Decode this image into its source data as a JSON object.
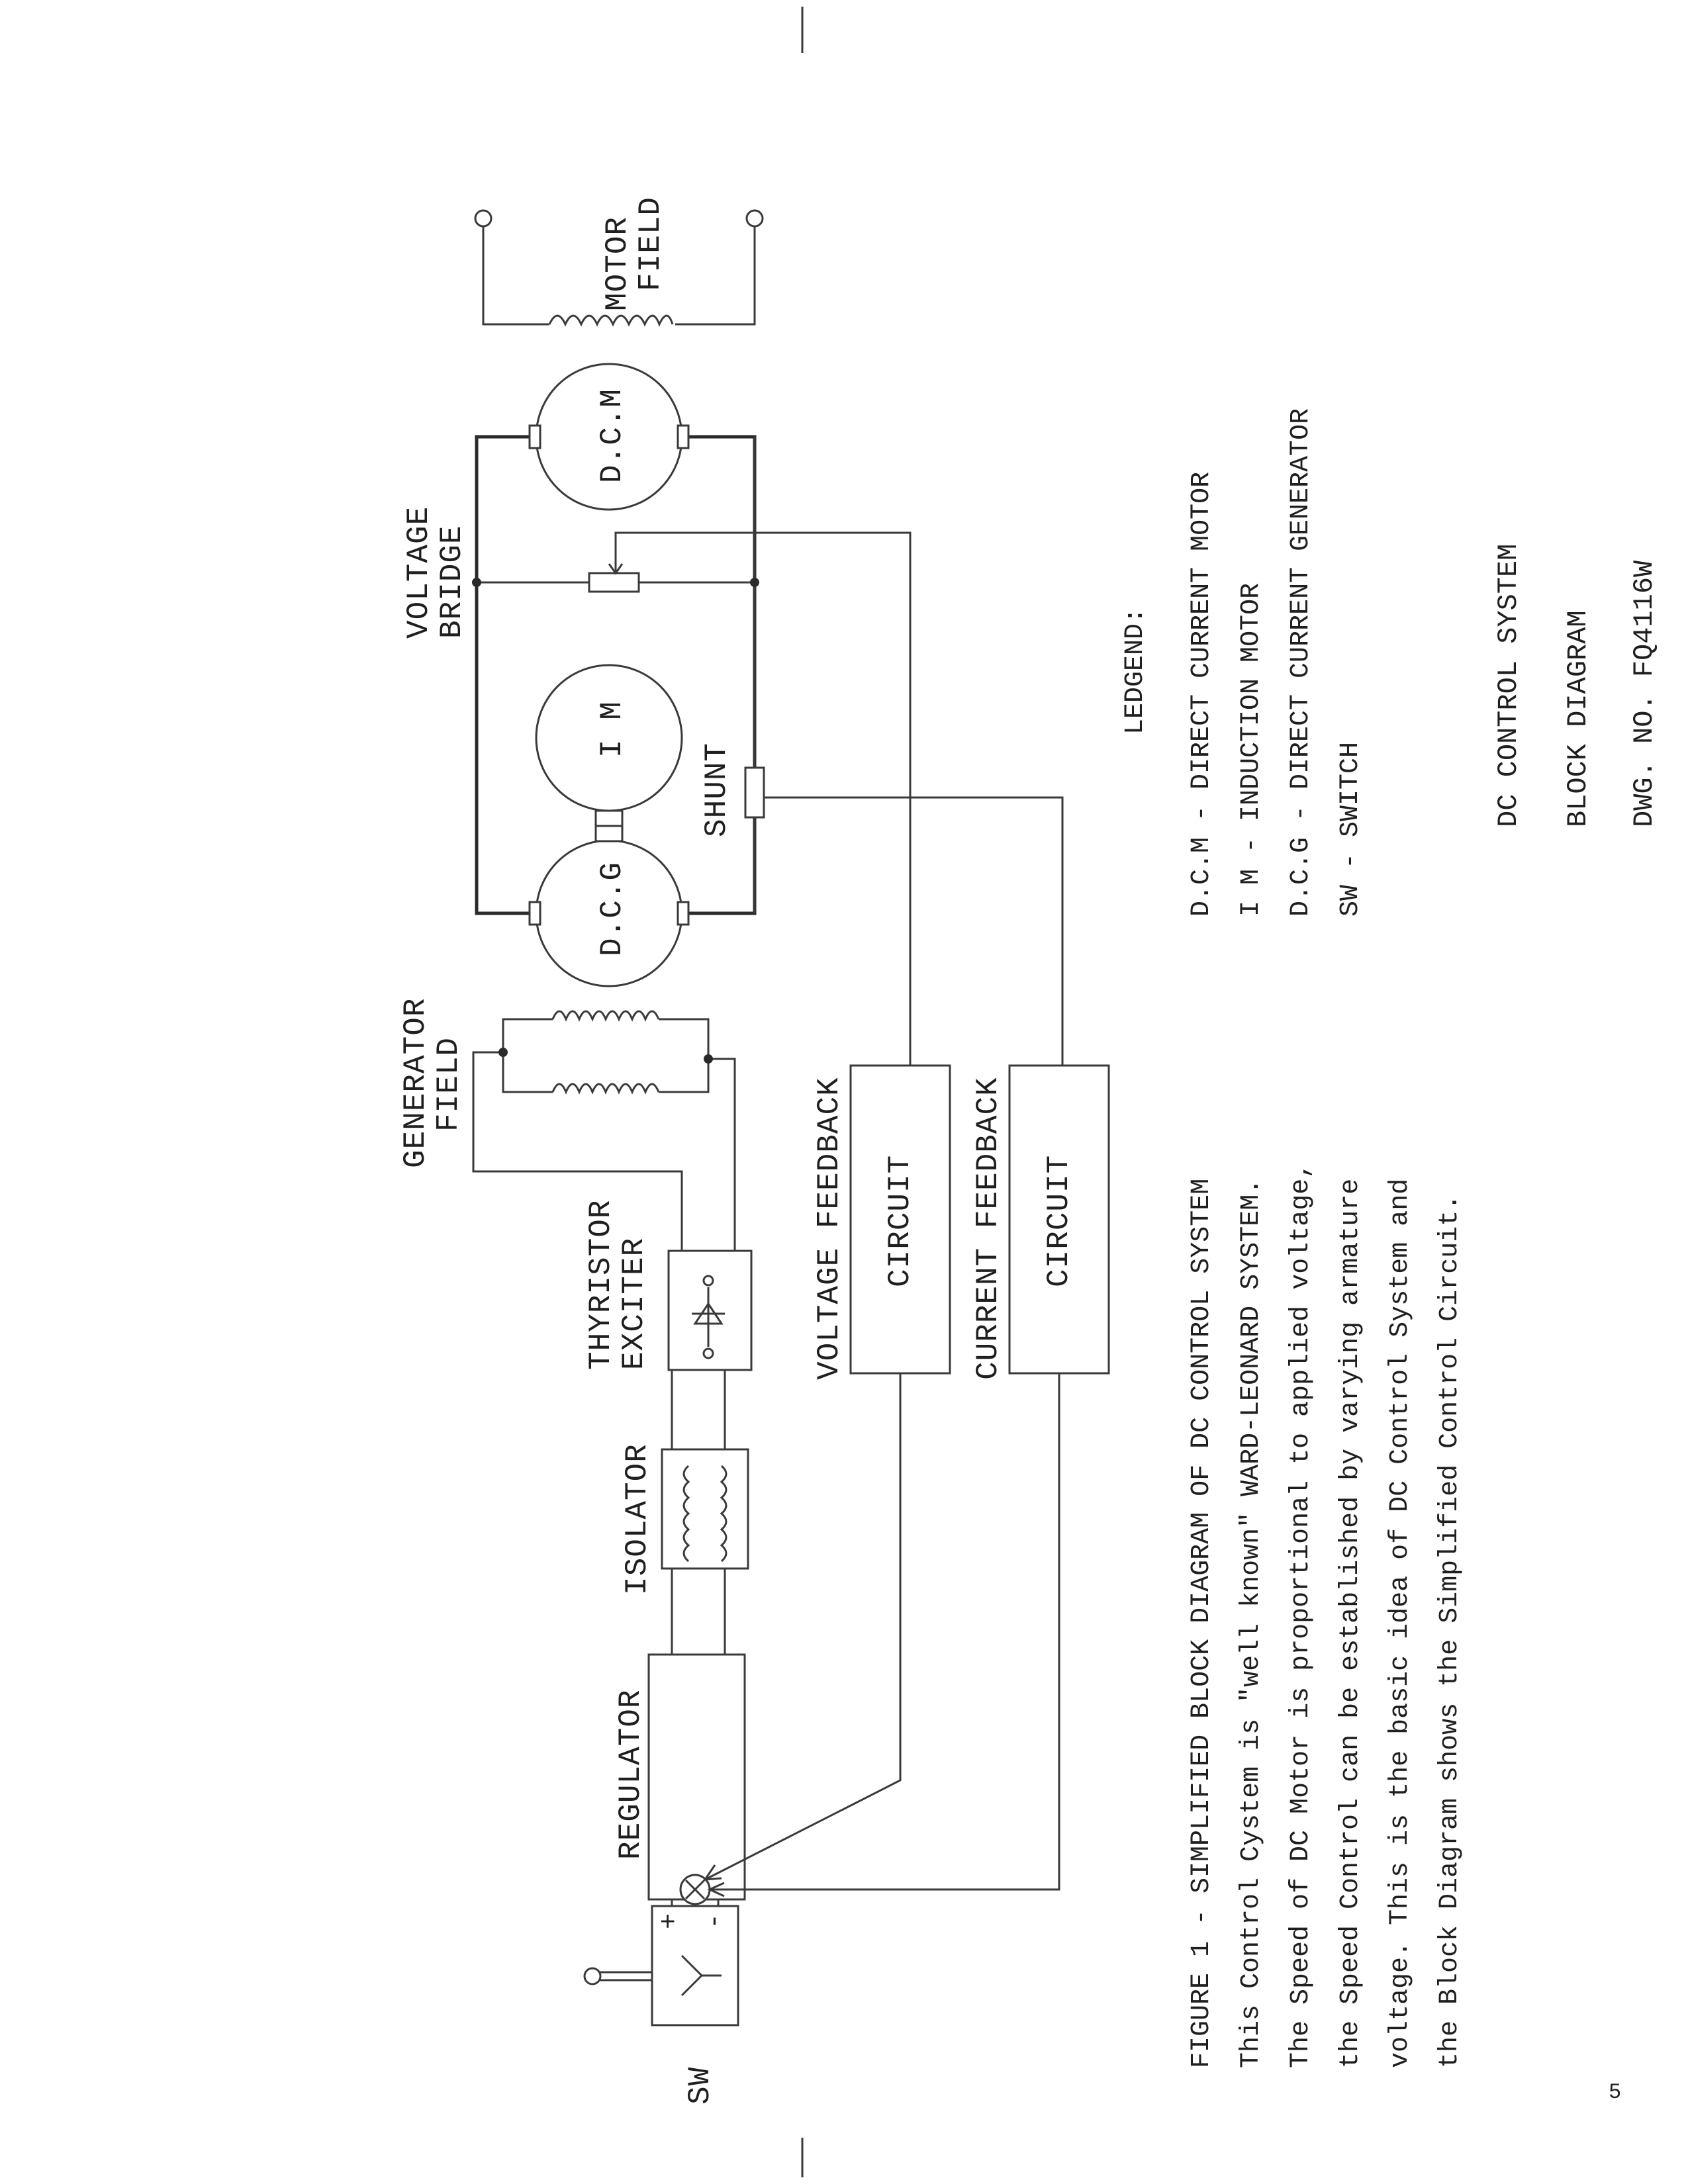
{
  "labels": {
    "sw": "SW",
    "regulator": "REGULATOR",
    "plus": "+",
    "minus": "-",
    "isolator": "ISOLATOR",
    "thyristor_line1": "THYRISTOR",
    "thyristor_line2": "EXCITER",
    "gen_field_line1": "GENERATOR",
    "gen_field_line2": "FIELD",
    "dcg": "D.C.G",
    "im": "I M",
    "dcm": "D.C.M",
    "shunt": "SHUNT",
    "vbridge_line1": "VOLTAGE",
    "vbridge_line2": "BRIDGE",
    "motor_field_line1": "MOTOR",
    "motor_field_line2": "FIELD",
    "vfb_title": "VOLTAGE FEEDBACK",
    "vfb_circuit": "CIRCUIT",
    "cfb_title": "CURRENT FEEDBACK",
    "cfb_circuit": "CIRCUIT"
  },
  "caption": {
    "lines": [
      "FIGURE 1 - SIMPLIFIED BLOCK DIAGRAM OF DC CONTROL SYSTEM",
      "This Control Cystem is \"well known\" WARD-LEONARD SYSTEM.",
      "The Speed of DC Motor is proportional to applied voltage,",
      "the Speed Control can be established by varying armature",
      "voltage. This is the basic idea of DC Control System and",
      "the Block Diagram shows the Simplified Control Circuit."
    ]
  },
  "legend": {
    "title": "LEDGEND:",
    "items": [
      "D.C.M - DIRECT CURRENT MOTOR",
      "I M - INDUCTION MOTOR",
      "D.C.G - DIRECT CURRENT GENERATOR",
      "SW - SWITCH"
    ]
  },
  "title_block": {
    "line1": "DC CONTROL SYSTEM",
    "line2": "BLOCK DIAGRAM",
    "line3": "DWG. NO. FQ4116W"
  },
  "page_number": "5"
}
